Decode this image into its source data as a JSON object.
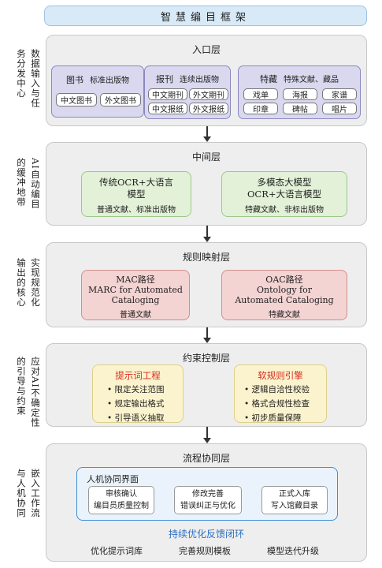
{
  "title": "智慧编目框架",
  "layers": {
    "entry": {
      "title": "入口层",
      "side": [
        "数据输入与任",
        "务分发中心"
      ],
      "groups": [
        {
          "name": "图书",
          "desc": "标准出版物",
          "items": [
            "中文图书",
            "外文图书"
          ]
        },
        {
          "name": "报刊",
          "desc": "连续出版物",
          "items": [
            "中文期刊",
            "外文期刊",
            "中文报纸",
            "外文报纸"
          ]
        },
        {
          "name": "特藏",
          "desc": "特殊文献、藏品",
          "items": [
            "戏单",
            "海报",
            "家谱",
            "印章",
            "碑帖",
            "唱片"
          ]
        }
      ]
    },
    "middle": {
      "title": "中间层",
      "side": [
        "AI自动编目",
        "的缓冲地带"
      ],
      "boxes": [
        {
          "title1": "传统OCR+大语言",
          "title2": "模型",
          "sub": "普通文献、标准出版物"
        },
        {
          "title1": "多模态大模型",
          "title2": "OCR+大语言模型",
          "sub": "特藏文献、非标出版物"
        }
      ]
    },
    "mapping": {
      "title": "规则映射层",
      "side": [
        "实现规范化",
        "输出的核心"
      ],
      "boxes": [
        {
          "l1": "MAC路径",
          "l2": "MARC for Automated",
          "l3": "Cataloging",
          "sub": "普通文献"
        },
        {
          "l1": "OAC路径",
          "l2": "Ontology for",
          "l3": "Automated Cataloging",
          "sub": "特藏文献"
        }
      ]
    },
    "constraint": {
      "title": "约束控制层",
      "side": [
        "应对AI不确定性",
        "的引导与约束"
      ],
      "boxes": [
        {
          "title": "提示词工程",
          "items": [
            "限定关注范围",
            "规定输出格式",
            "引导语义抽取"
          ]
        },
        {
          "title": "软规则引擎",
          "items": [
            "逻辑自洽性校验",
            "格式合规性检查",
            "初步质量保障"
          ]
        }
      ]
    },
    "workflow": {
      "title": "流程协同层",
      "side": [
        "嵌入工作流",
        "与人机协同"
      ],
      "hci_title": "人机协同界面",
      "hci_boxes": [
        {
          "l1": "审核确认",
          "l2": "编目员质量控制"
        },
        {
          "l1": "修改完善",
          "l2": "错误纠正与优化"
        },
        {
          "l1": "正式入库",
          "l2": "写入馆藏目录"
        }
      ],
      "feedback": "持续优化反馈闭环",
      "bottom": [
        "优化提示词库",
        "完善规则模板",
        "模型迭代升级"
      ]
    }
  },
  "colors": {
    "accent_red": "#d62b1f",
    "feedback_blue": "#2c6fc2"
  }
}
